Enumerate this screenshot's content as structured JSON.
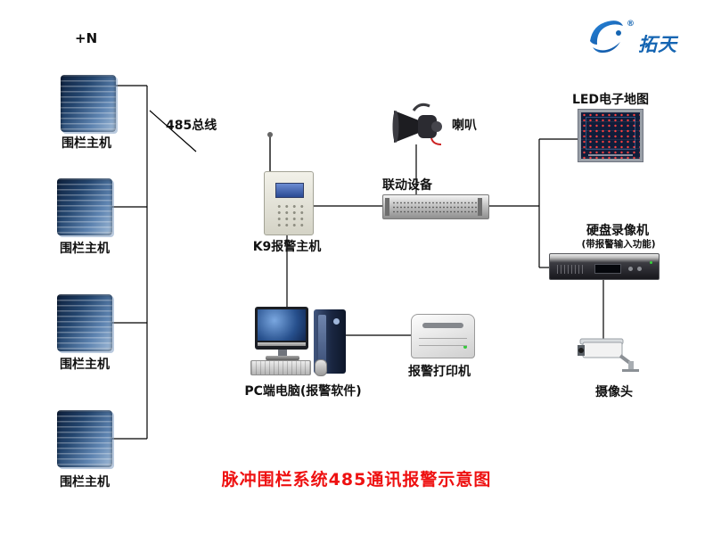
{
  "title": {
    "text": "脉冲围栏系统485通讯报警示意图"
  },
  "logo": {
    "brand": "拓天",
    "registered": "®"
  },
  "labels": {
    "plus_n": "+N",
    "bus": "485总线",
    "fence_host": "围栏主机",
    "k9_host": "K9报警主机",
    "speaker": "喇叭",
    "linkage_device": "联动设备",
    "led_map": "LED电子地图",
    "dvr": "硬盘录像机",
    "dvr_note": "(带报警输入功能)",
    "camera": "摄像头",
    "pc": "PC端电脑(报警软件)",
    "printer": "报警打印机"
  },
  "colors": {
    "title_red": "#ee1111",
    "logo_blue": "#1565b2",
    "wire_black": "#000000",
    "fence_host_blue": "#23456e",
    "led_dot_red": "#ff4040"
  }
}
